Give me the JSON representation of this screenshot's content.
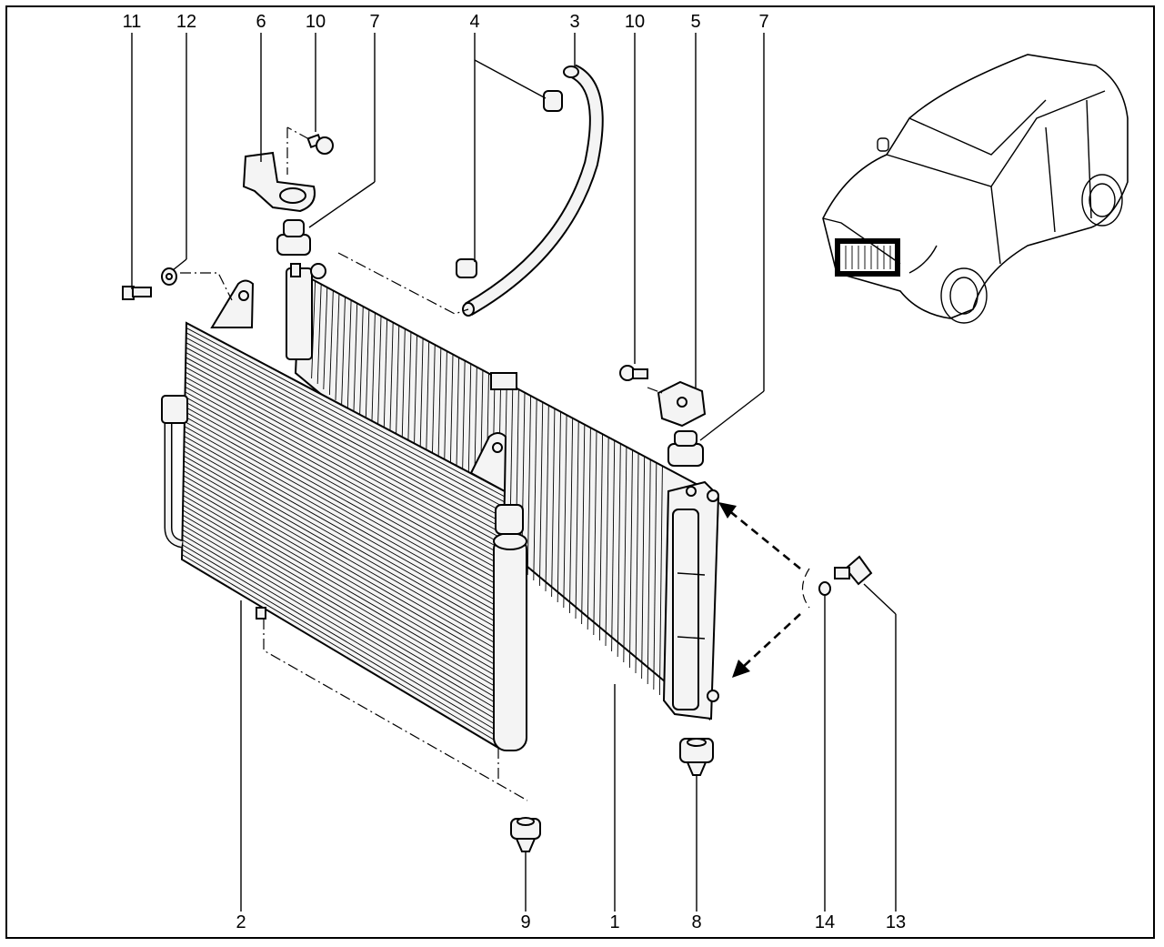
{
  "callouts": {
    "c11": "11",
    "c12": "12",
    "c6": "6",
    "c10a": "10",
    "c7a": "7",
    "c4": "4",
    "c3": "3",
    "c10b": "10",
    "c5": "5",
    "c7b": "7",
    "c2": "2",
    "c9": "9",
    "c1": "1",
    "c8": "8",
    "c14": "14",
    "c13": "13"
  },
  "colors": {
    "line": "#000000",
    "fill": "#f4f4f4",
    "background": "#ffffff"
  }
}
